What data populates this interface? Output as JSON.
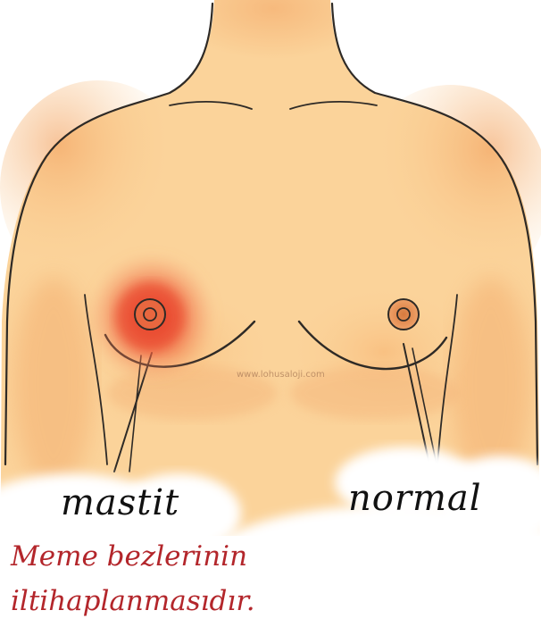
{
  "labels": {
    "mastit": "mastit",
    "normal": "normal"
  },
  "caption": {
    "line1": "Meme bezlerinin",
    "line2": "iltihaplanmasıdır."
  },
  "watermark": "www.lohusaloji.com",
  "colors": {
    "skin": "#fbd39a",
    "skin_shadow": "#f3a463",
    "outline": "#2e2a26",
    "inflammation": "#e8452e",
    "caption_red": "#b3262b"
  }
}
